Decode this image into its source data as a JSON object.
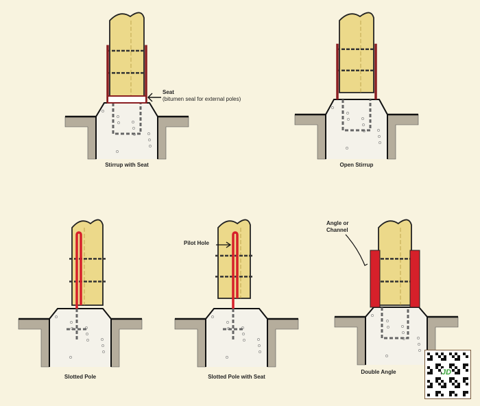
{
  "panels": [
    {
      "caption": "Stirrup with Seat",
      "callout": "Seat",
      "callout_sub": "(bitumen seal for external poles)"
    },
    {
      "caption": "Open Stirrup"
    },
    {
      "caption": "Slotted Pole"
    },
    {
      "caption": "Slotted Pole with Seat",
      "callout": "Pilot Hole"
    },
    {
      "caption": "Double Angle",
      "callout": "Angle or",
      "callout_sub": "Channel"
    }
  ],
  "watermark": {
    "text": "JD"
  },
  "colors": {
    "background": "#f8f3df",
    "pole": "#ecd98a",
    "steel": "#d6202a",
    "stirrup": "#8a1e22",
    "concrete": "#f4f2ea",
    "soil": "#b5ad9c"
  }
}
